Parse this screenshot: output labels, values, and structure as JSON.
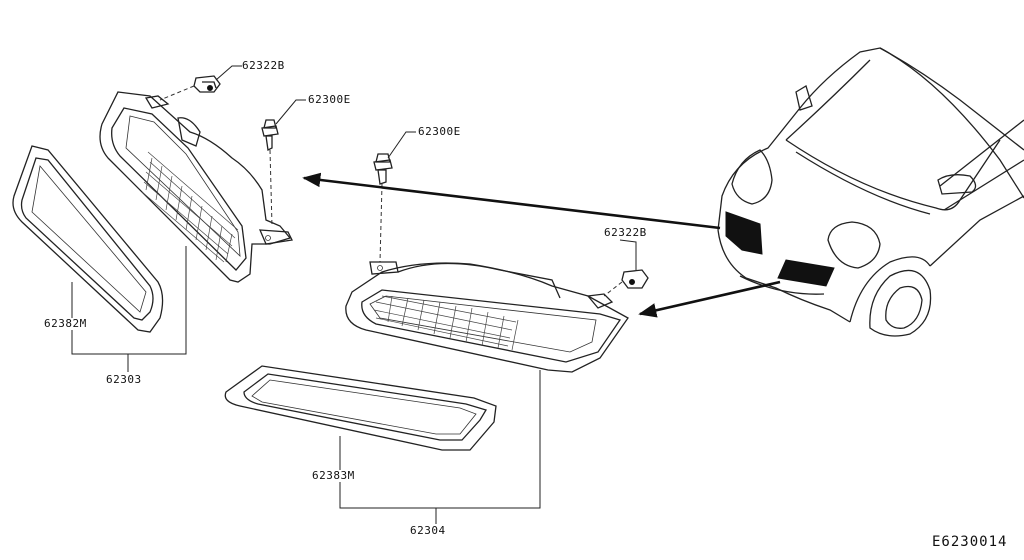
{
  "labels": {
    "clip_upper_left": "62322B",
    "bolt_upper": "62300E",
    "bolt_middle": "62300E",
    "clip_right": "62322B",
    "frame_left": "62382M",
    "assembly_left": "62303",
    "frame_bottom": "62383M",
    "assembly_bottom": "62304"
  },
  "diagram_code": "E6230014"
}
